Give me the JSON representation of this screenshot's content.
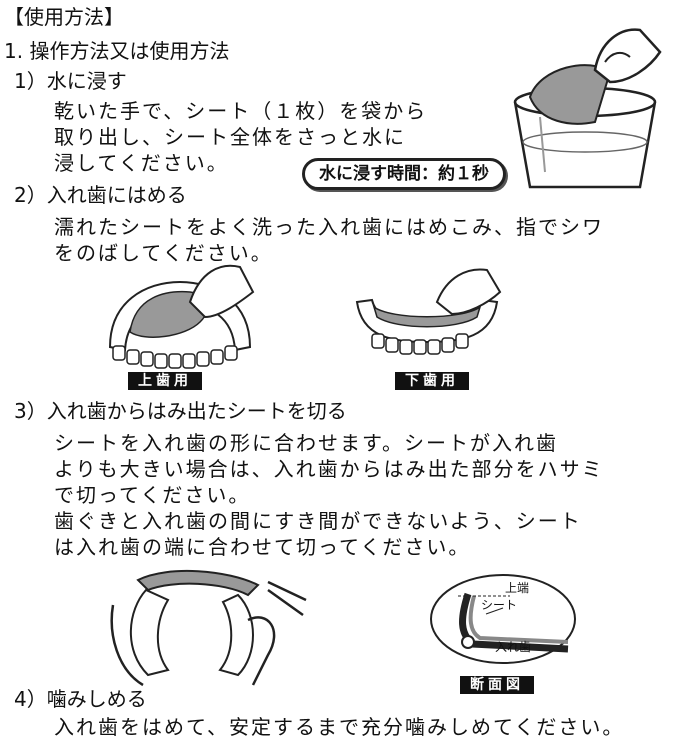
{
  "header": "【使用方法】",
  "section_title": "1. 操作方法又は使用方法",
  "steps": [
    {
      "heading": "1）水に浸す",
      "lines": [
        "乾いた手で、シート（１枚）を袋から",
        "取り出し、シート全体をさっと水に",
        "浸してください。"
      ],
      "badge": "水に浸す時間：約１秒"
    },
    {
      "heading": "2）入れ歯にはめる",
      "lines": [
        "濡れたシートをよく洗った入れ歯にはめこみ、指でシワ",
        "をのばしてください。"
      ],
      "labels": [
        "上歯用",
        "下歯用"
      ]
    },
    {
      "heading": "3）入れ歯からはみ出たシートを切る",
      "lines": [
        "シートを入れ歯の形に合わせます。シートが入れ歯",
        "よりも大きい場合は、入れ歯からはみ出た部分をハサミ",
        "で切ってください。",
        "歯ぐきと入れ歯の間にすき間ができないよう、シート",
        "は入れ歯の端に合わせて切ってください。"
      ],
      "diagram": {
        "upper_end": "上端",
        "sheet": "シート",
        "denture": "入れ歯",
        "caption": "断面図"
      }
    },
    {
      "heading": "4）噛みしめる",
      "lines": [
        "入れ歯をはめて、安定するまで充分噛みしめてください。"
      ]
    }
  ]
}
